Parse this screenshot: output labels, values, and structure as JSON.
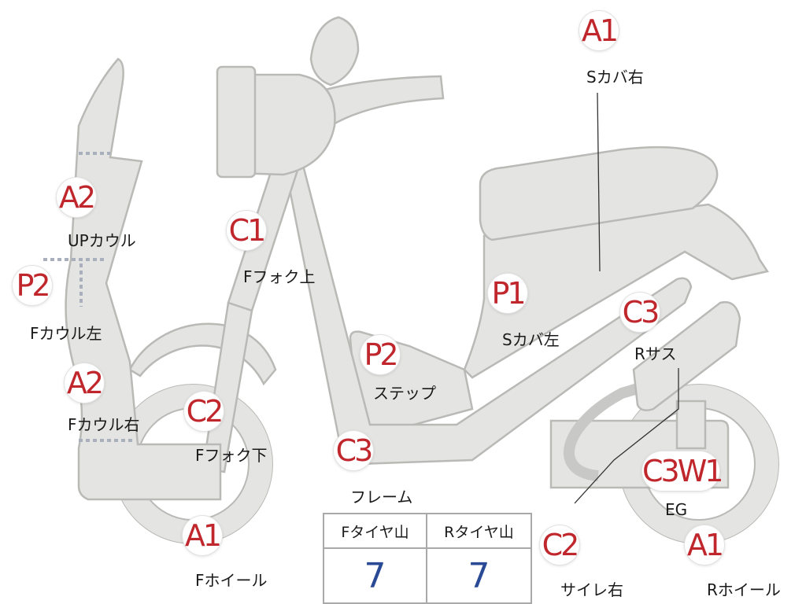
{
  "labels": [
    {
      "badge": "A1",
      "text": "Sカバ右"
    },
    {
      "badge": "A2",
      "text": "UPカウル"
    },
    {
      "badge": "C1",
      "text": "Fフォク上"
    },
    {
      "badge": "P2",
      "text": "Fカウル左"
    },
    {
      "badge": "P1",
      "text": "Sカバ左"
    },
    {
      "badge": "P2",
      "text": "ステップ"
    },
    {
      "badge": "C3",
      "text": "Rサス"
    },
    {
      "badge": "A2",
      "text": "Fカウル右"
    },
    {
      "badge": "C2",
      "text": "Fフォク下"
    },
    {
      "badge": "C3",
      "text": "フレーム"
    },
    {
      "badge": "C3W1",
      "text": "EG"
    },
    {
      "badge": "A1",
      "text": "Fホイール"
    },
    {
      "badge": "C2",
      "text": "サイレ右"
    },
    {
      "badge": "A1",
      "text": "Rホイール"
    }
  ],
  "tire_table": {
    "headers": [
      "Fタイヤ山",
      "Rタイヤ山"
    ],
    "values": [
      "7",
      "7"
    ]
  },
  "colors": {
    "part_fill": "#e4e4e2",
    "part_outline": "#b9b9b6",
    "badge_text": "#c0272d",
    "table_value": "#2a4a96"
  }
}
